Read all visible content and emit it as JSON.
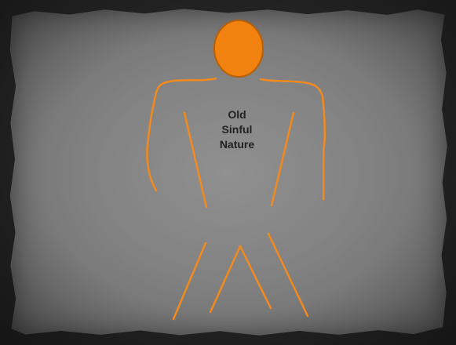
{
  "slide": {
    "label_lines": [
      "Old",
      "Sinful",
      "Nature"
    ]
  },
  "colors": {
    "figure_stroke": "#F28A1E",
    "head_fill": "#F2820F",
    "head_outline": "#B85F05",
    "paper": "#818181",
    "text": "#222222"
  }
}
